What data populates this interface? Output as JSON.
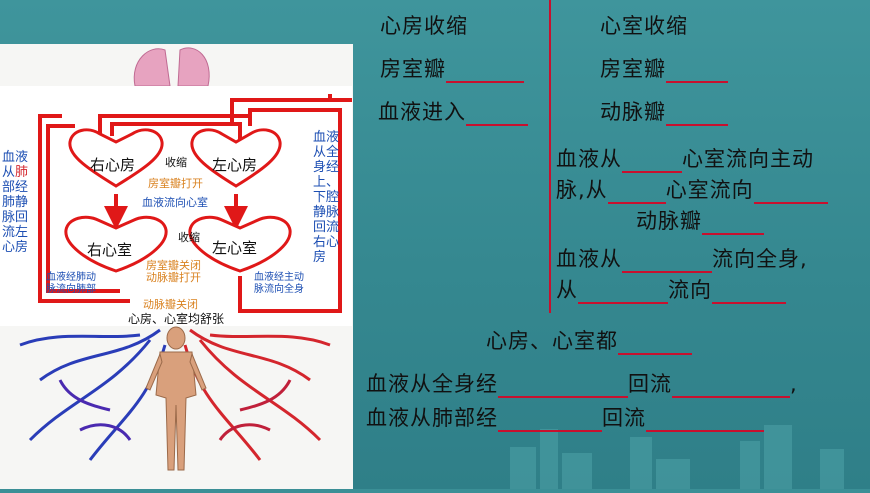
{
  "diagram": {
    "right_atrium": "右心房",
    "left_atrium": "左心房",
    "right_ventricle": "右心室",
    "left_ventricle": "左心室",
    "contract_top": "收缩",
    "contract_bottom": "收缩",
    "av_valve_open": "房室瓣打开",
    "blood_to_ventricle": "血液流向心室",
    "av_valve_close": "房室瓣关闭",
    "artery_valve_open": "动脉瓣打开",
    "via_pulmonary_1": "血液经肺动",
    "via_pulmonary_2": "脉流向肺部",
    "via_aorta_1": "血液经主动",
    "via_aorta_2": "脉流向全身",
    "artery_valve_close": "动脉瓣关闭",
    "all_relax": "心房、心室均舒张"
  },
  "side": {
    "left_a": "血液从",
    "left_b": "肺",
    "left_c": "部经肺静脉回流左心房",
    "right": "血液从全身经上、下腔静脉回流右心房"
  },
  "questions": {
    "atrium_heading": "心房收缩",
    "ventricle_heading": "心室收缩",
    "av_valve": "房室瓣",
    "blood_enter": "血液进入",
    "artery_valve": "动脉瓣",
    "from_a": "血液从",
    "from_b": "心室流向主动",
    "from_c": "脉,从",
    "from_d": "心室流向",
    "flow_a": "血液从",
    "flow_b": "流向全身,",
    "flow_c": "从",
    "flow_d": "流向",
    "all_chambers": "心房、心室都",
    "body_a": "血液从全身经",
    "body_b": "回流",
    "body_c": ",",
    "lung_a": "血液从肺部经",
    "lung_b": "回流"
  },
  "colors": {
    "background": "#3b8f96",
    "arrow_red": "#e01818",
    "label_blue": "#1d4fb3",
    "label_orange": "#d98220",
    "divider_red": "#c8102e"
  }
}
